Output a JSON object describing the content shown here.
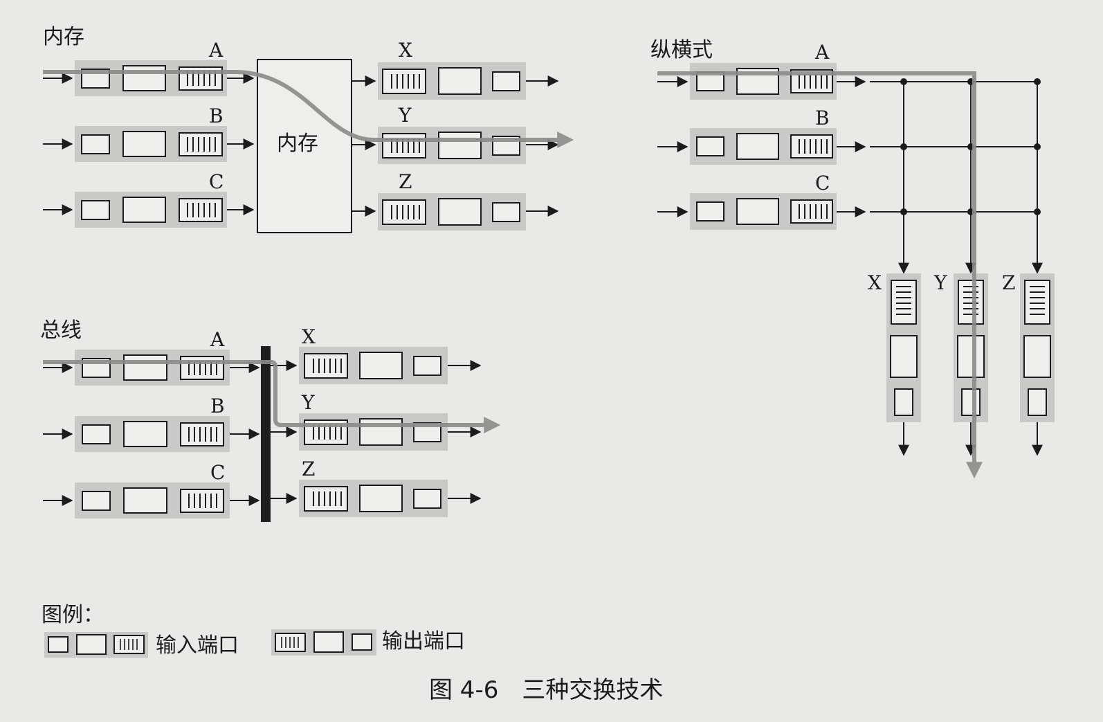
{
  "panels": {
    "memory": {
      "title": "内存",
      "box_label": "内存",
      "inputs": [
        "A",
        "B",
        "C"
      ],
      "outputs": [
        "X",
        "Y",
        "Z"
      ],
      "path": {
        "from": "A",
        "to": "Y"
      }
    },
    "crossbar": {
      "title": "纵横式",
      "inputs": [
        "A",
        "B",
        "C"
      ],
      "outputs": [
        "X",
        "Y",
        "Z"
      ],
      "path": {
        "from": "A",
        "to": "Y"
      }
    },
    "bus": {
      "title": "总线",
      "inputs": [
        "A",
        "B",
        "C"
      ],
      "outputs": [
        "X",
        "Y",
        "Z"
      ],
      "path": {
        "from": "A",
        "to": "Y"
      }
    }
  },
  "legend": {
    "title": "图例：",
    "input_port": "输入端口",
    "output_port": "输出端口"
  },
  "caption": "图 4-6　三种交换技术",
  "colors": {
    "background": "#e9e9e7",
    "port_fill": "#c9c9c7",
    "box_fill": "#eeeeec",
    "line": "#1b1b1b",
    "path": "#8b8b89",
    "bus_bar": "#1e1e1e"
  }
}
